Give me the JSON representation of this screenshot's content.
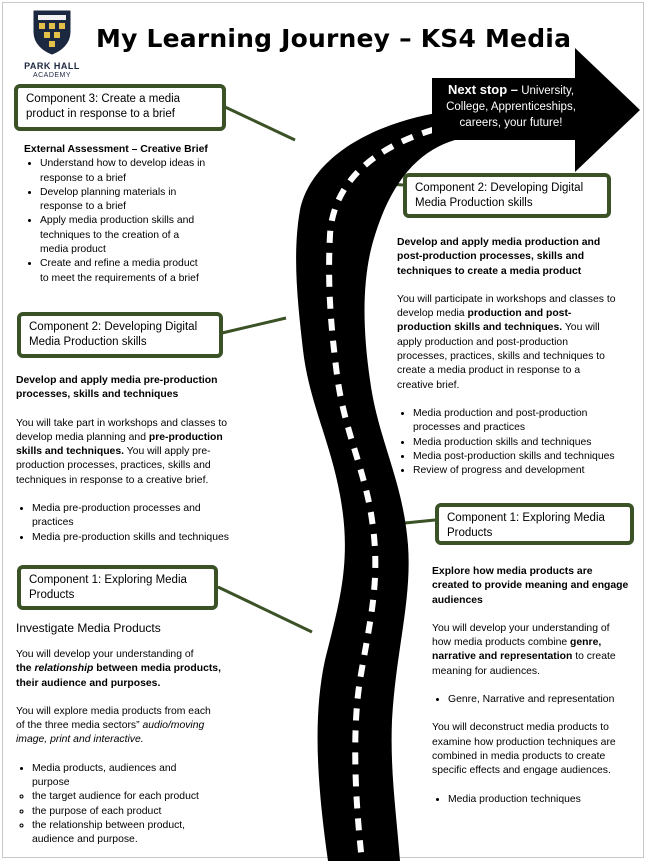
{
  "logo": {
    "school_name": "PARK HALL",
    "school_sub": "ACADEMY"
  },
  "title": "My Learning Journey – KS4 Media",
  "next_stop": {
    "heading": "Next stop –",
    "text1": "University,",
    "text2": "College, Apprenticeships,",
    "text3": "careers, your future!"
  },
  "left_c3": {
    "box_title_line1": "Component 3: Create a media",
    "box_title_line2": "product in response to a brief",
    "heading": "External Assessment – Creative Brief",
    "bullets": [
      [
        "Understand how to develop ideas in",
        "response to a brief"
      ],
      [
        "Develop planning materials in",
        "response to a brief"
      ],
      [
        "Apply media production skills and",
        "techniques to the creation of a",
        "media product"
      ],
      [
        "Create and refine a media product",
        "to meet the requirements of a brief"
      ]
    ]
  },
  "left_c2": {
    "box_title_line1": "Component 2: Developing Digital",
    "box_title_line2": "Media Production skills",
    "heading_line1": "Develop and apply media pre-production",
    "heading_line2": "processes, skills and techniques",
    "p1": "You will take part in workshops and classes to",
    "p2a": "develop media planning and ",
    "p2b": "pre-production",
    "p3a": "skills and techniques.",
    "p3b": "  You will apply pre-",
    "p4": "production processes, practices, skills and",
    "p5": "techniques in response to a creative brief.",
    "bullets": [
      [
        "Media pre-production processes and",
        "practices"
      ],
      [
        "Media pre-production skills and techniques"
      ]
    ]
  },
  "left_c1": {
    "box_title_line1": "Component 1: Exploring Media",
    "box_title_line2": "Products",
    "heading": "Investigate Media Products",
    "p1": "You will develop your understanding of",
    "p2a": "the ",
    "p2b": "relationship",
    "p2c": " between media products,",
    "p3": "their audience and purposes.",
    "p4": "You will explore media products from each",
    "p5": "of the three media sectors” ",
    "p5b": "audio/moving",
    "p6": "image, print and interactive.",
    "bullet_line1": "Media products, audiences and",
    "bullet_line2": "purpose",
    "circles": [
      [
        "the target audience for each product"
      ],
      [
        "the purpose of each product"
      ],
      [
        "the relationship between product,",
        "audience and purpose."
      ]
    ]
  },
  "right_c2": {
    "box_title_line1": "Component 2: Developing Digital",
    "box_title_line2": "Media Production skills",
    "heading_line1": "Develop and apply media production and",
    "heading_line2": "post-production processes, skills and",
    "heading_line3": "techniques to create a media product",
    "p1": "You will participate in workshops and classes to",
    "p2a": "develop media ",
    "p2b": "production and post-",
    "p3a": "production skills and techniques.",
    "p3b": "  You will",
    "p4": "apply production and post-production",
    "p5": "processes, practices, skills and techniques to",
    "p6": "create a media product in response to a",
    "p7": "creative brief.",
    "bullets": [
      [
        "Media production and post-production",
        "processes and practices"
      ],
      [
        "Media production skills and techniques"
      ],
      [
        "Media post-production skills and techniques"
      ],
      [
        "Review of progress and development"
      ]
    ]
  },
  "right_c1": {
    "box_title_line1": "Component 1: Exploring Media",
    "box_title_line2": "Products",
    "heading_line1": "Explore how media products are",
    "heading_line2": "created to provide meaning and engage",
    "heading_line3": "audiences",
    "p1": "You will develop your understanding of",
    "p2a": "how media products combine ",
    "p2b": "genre,",
    "p3a": "narrative and representation",
    "p3b": " to create",
    "p4": "meaning for audiences.",
    "bullet1": "Genre, Narrative and representation",
    "p5": "You will deconstruct media products to",
    "p6": "examine how production techniques are",
    "p7": "combined in media products to create",
    "p8": "specific effects and engage audiences.",
    "bullet2": "Media production techniques"
  },
  "colors": {
    "box_border": "#3a5226",
    "connector": "#3a5226",
    "road": "#000000",
    "text": "#000000"
  },
  "icons": [
    "shield-logo-icon",
    "arrow-icon",
    "road-icon"
  ]
}
